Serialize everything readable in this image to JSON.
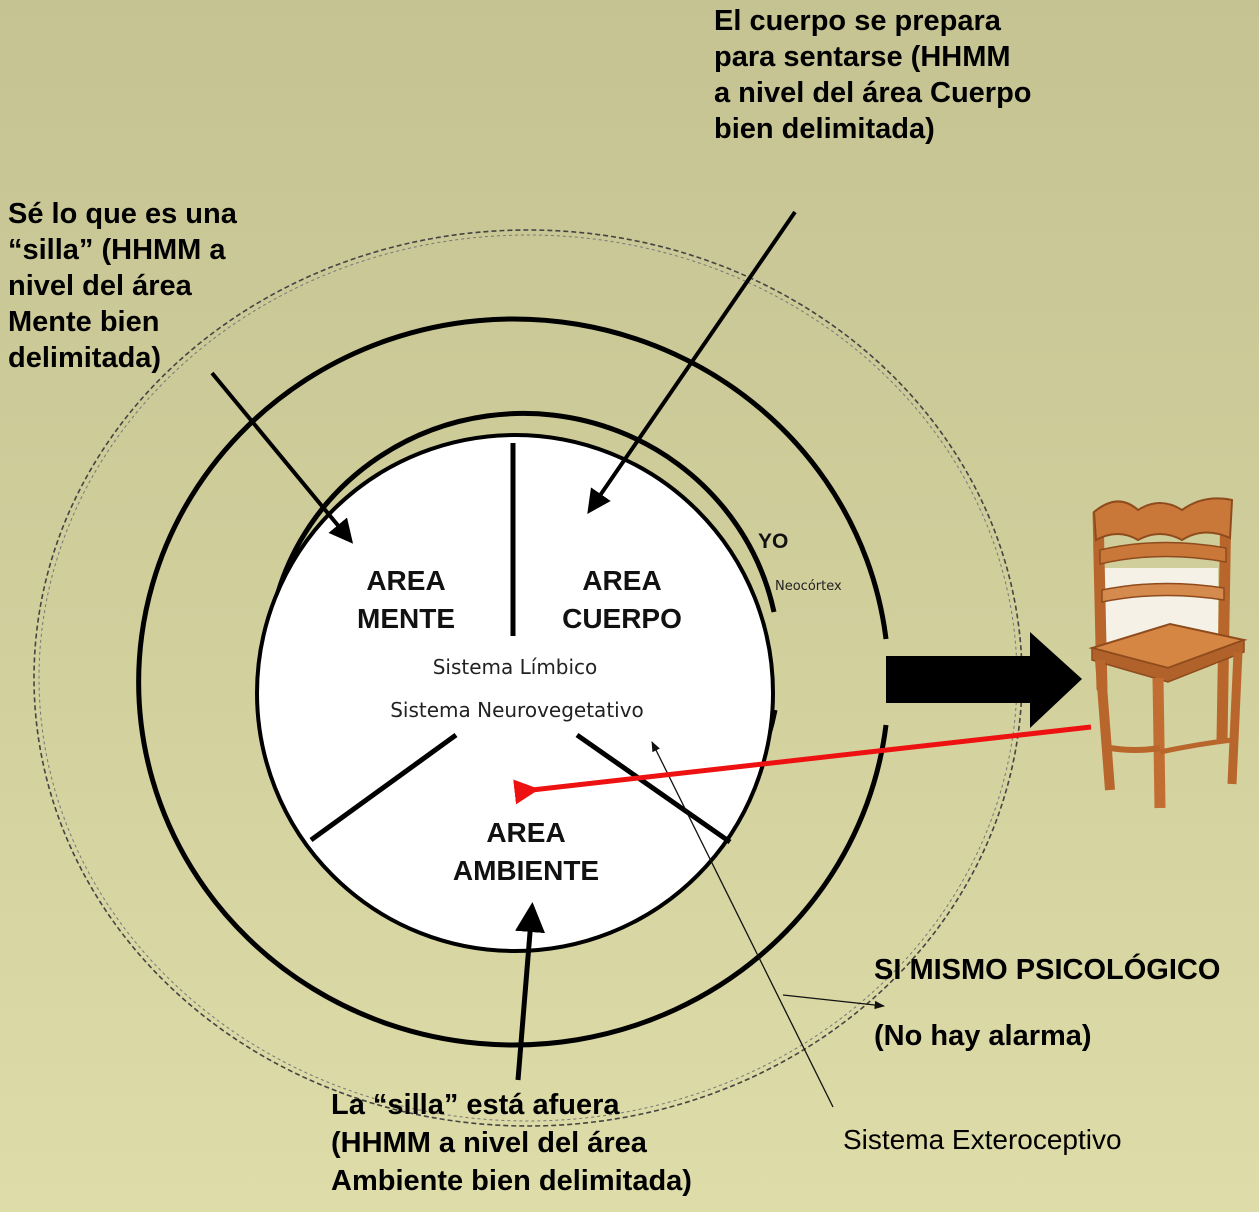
{
  "labels": {
    "cuerpo_note": [
      "El cuerpo se prepara",
      "para sentarse (HHMM",
      "a nivel del área Cuerpo",
      "bien delimitada)"
    ],
    "mente_note": [
      "Sé lo que es una",
      "“silla”  (HHMM a",
      "nivel del área",
      "Mente bien",
      "delimitada)"
    ],
    "ambiente_note": [
      "La  “silla” está afuera",
      "(HHMM a nivel del área",
      "Ambiente bien delimitada)"
    ],
    "si_mismo": "SI MISMO PSICOLÓGICO",
    "no_alarma": "(No hay alarma)",
    "exteroceptivo": "Sistema Exteroceptivo"
  },
  "circle": {
    "area_mente": [
      "AREA",
      "MENTE"
    ],
    "area_cuerpo": [
      "AREA",
      "CUERPO"
    ],
    "area_ambiente": [
      "AREA",
      "AMBIENTE"
    ],
    "sistema_limbico": "Sistema Límbico",
    "sistema_neuro": "Sistema Neurovegetativo",
    "yo": "YO",
    "neocortex": "Neocórtex"
  },
  "colors": {
    "background": "#cfcd9a",
    "feedback_arrow": "#ee1111",
    "chair_wood": "#c9783a"
  }
}
